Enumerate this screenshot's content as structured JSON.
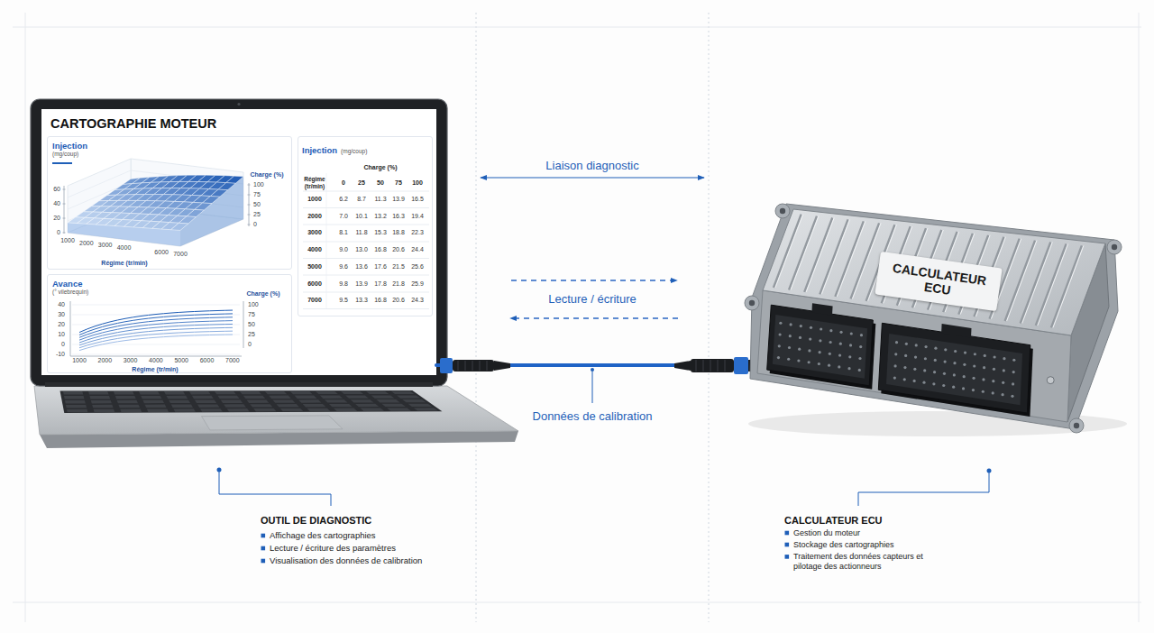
{
  "diagram": {
    "nodes": [
      {
        "text": [
          "CARTOGRAPHIE MOTEUR"
        ]
      },
      {
        "text": [
          "Injection",
          "(mg/coup)"
        ],
        "in": 0
      },
      {
        "text": [
          "Injection",
          "(mg/coup)"
        ],
        "in": 0
      },
      {
        "text": [
          "Avance",
          "(° vilebrequin)"
        ],
        "in": 0
      },
      {
        "text": [
          "CALCULATEUR ECU"
        ]
      }
    ],
    "edges": [
      {
        "from": 0,
        "to": 4,
        "arrow": "none",
        "label": "Données de calibration"
      }
    ],
    "labels": [
      "60",
      "40",
      "20",
      "0",
      "Charge (%)",
      "100",
      "75",
      "50",
      "25",
      "0",
      "1000",
      "2000",
      "3000",
      "4000",
      "6000",
      "7000",
      "Régime (tr/min)",
      "Charge (%)",
      "Régime (tr/min)",
      "0",
      "25",
      "50",
      "75",
      "100",
      "1000",
      "6.2",
      "8.7",
      "11.3",
      "13.9",
      "16.5",
      "2000",
      "7.0",
      "10.1",
      "13.2",
      "16.3",
      "19.4",
      "3000",
      "8.1",
      "11.8",
      "15.3",
      "18.8",
      "22.3",
      "4000",
      "9.0",
      "13.0",
      "16.8",
      "20.6",
      "24.4",
      "5000",
      "9.6",
      "13.6",
      "17.6",
      "21.5",
      "25.6",
      "6000",
      "9.8",
      "13.9",
      "17.8",
      "21.8",
      "25.9",
      "7000",
      "9.5",
      "13.3",
      "16.8",
      "20.6",
      "24.3",
      "40",
      "30",
      "20",
      "10",
      "0",
      "-10",
      "Charge (%)",
      "100",
      "75",
      "50",
      "25",
      "0",
      "1000",
      "2000",
      "3000",
      "4000",
      "5000",
      "6000",
      "7000",
      "Régime (tr/min)",
      "Liaison diagnostic",
      "Lecture / écriture",
      "OUTIL DE DIAGNOSTIC",
      "Affichage des cartographies",
      "Lecture / écriture des paramètres",
      "Visualisation des données de calibration",
      "CALCULATEUR ECU",
      "Gestion du moteur",
      "Stockage des cartographies",
      "Traitement des données capteurs et pilotage des actionneurs"
    ]
  }
}
